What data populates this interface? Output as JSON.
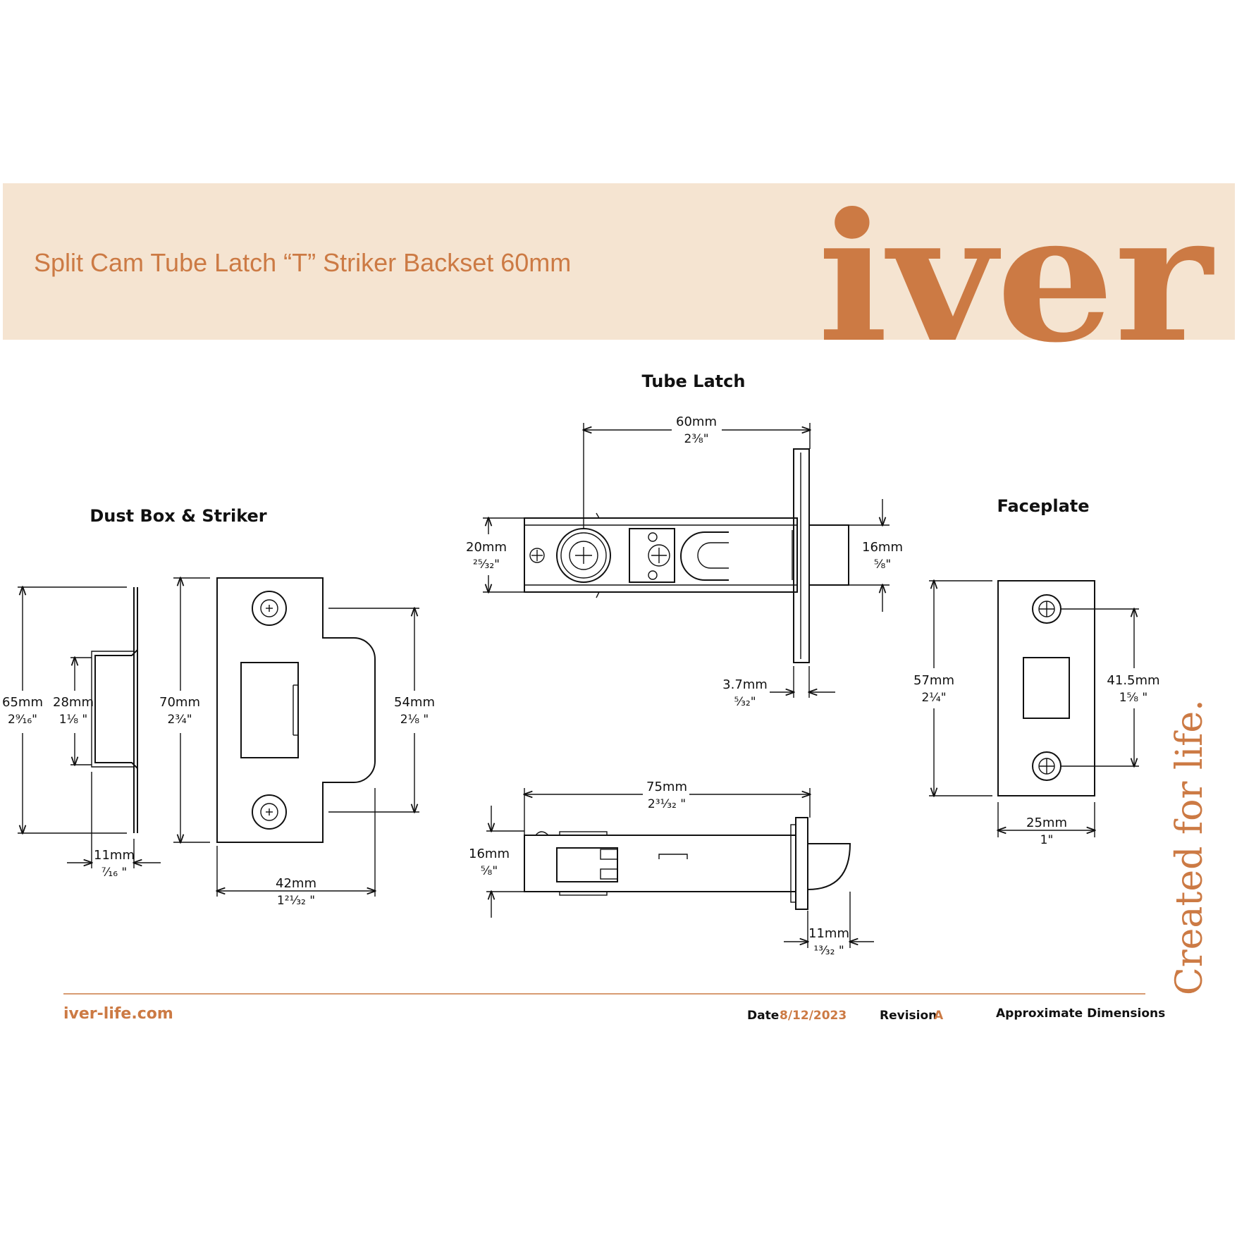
{
  "colors": {
    "accent": "#cc7a44",
    "banner_bg": "#f5e4d1",
    "ink": "#111111"
  },
  "header": {
    "title": "Split Cam Tube Latch “T” Striker Backset 60mm",
    "logo_text": "iver"
  },
  "sections": {
    "tube_latch": "Tube Latch",
    "dust_box_striker": "Dust Box & Striker",
    "faceplate": "Faceplate"
  },
  "dimensions": {
    "backset": {
      "mm": "60mm",
      "in": "2³⁄₈\""
    },
    "latch_height": {
      "mm": "20mm",
      "in": "²⁵⁄₃₂\""
    },
    "bolt_height": {
      "mm": "16mm",
      "in": "⁵⁄₈\""
    },
    "plate_thickness": {
      "mm": "3.7mm",
      "in": "⁵⁄₃₂\""
    },
    "overall_length": {
      "mm": "75mm",
      "in": "2³¹⁄₃₂ \""
    },
    "side_height": {
      "mm": "16mm",
      "in": "⁵⁄₈\""
    },
    "bolt_projection": {
      "mm": "11mm",
      "in": "¹³⁄₃₂ \""
    },
    "dust_box_height": {
      "mm": "65mm",
      "in": "2⁹⁄₁₆\""
    },
    "dust_box_depth_h": {
      "mm": "28mm",
      "in": "1¹⁄₈ \""
    },
    "dust_box_depth": {
      "mm": "11mm",
      "in": "⁷⁄₁₆ \""
    },
    "striker_height": {
      "mm": "70mm",
      "in": "2³⁄₄\""
    },
    "striker_hole_centres": {
      "mm": "54mm",
      "in": "2¹⁄₈ \""
    },
    "striker_width": {
      "mm": "42mm",
      "in": "1²¹⁄₃₂ \""
    },
    "faceplate_height": {
      "mm": "57mm",
      "in": "2¹⁄₄\""
    },
    "faceplate_hole_centres": {
      "mm": "41.5mm",
      "in": "1⁵⁄₈ \""
    },
    "faceplate_width": {
      "mm": "25mm",
      "in": "1\""
    }
  },
  "footer": {
    "website": "iver-life.com",
    "date_label": "Date",
    "date_value": "8/12/2023",
    "revision_label": "Revision",
    "revision_value": "A",
    "note": "Approximate Dimensions"
  },
  "tagline": "Created for life."
}
